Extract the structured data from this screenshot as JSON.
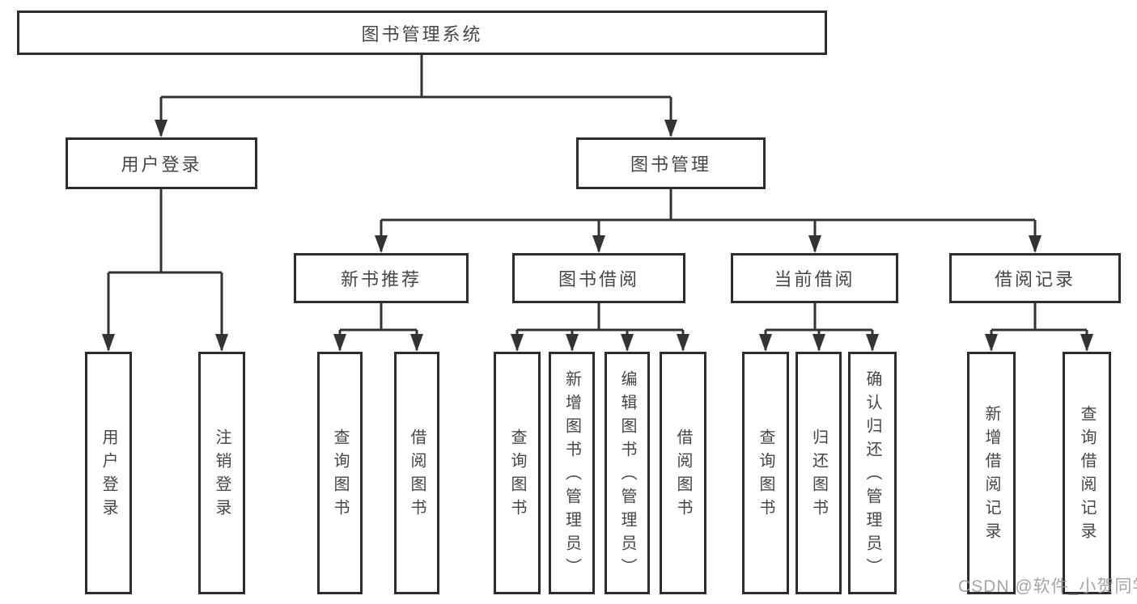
{
  "diagram": {
    "root": {
      "label": "图书管理系统"
    },
    "level2": [
      {
        "label": "用户登录"
      },
      {
        "label": "图书管理"
      }
    ],
    "level3": [
      {
        "label": "新书推荐"
      },
      {
        "label": "图书借阅"
      },
      {
        "label": "当前借阅"
      },
      {
        "label": "借阅记录"
      }
    ],
    "leaves": {
      "user_login": [
        {
          "label": "用户登录"
        },
        {
          "label": "注销登录"
        }
      ],
      "new_book": [
        {
          "label": "查询图书"
        },
        {
          "label": "借阅图书"
        }
      ],
      "book_borrow": [
        {
          "label": "查询图书"
        },
        {
          "label": "新增图书（管理员）"
        },
        {
          "label": "编辑图书（管理员）"
        },
        {
          "label": "借阅图书"
        }
      ],
      "current_borrow": [
        {
          "label": "查询图书"
        },
        {
          "label": "归还图书"
        },
        {
          "label": "确认归还（管理员）"
        }
      ],
      "borrow_record": [
        {
          "label": "新增借阅记录"
        },
        {
          "label": "查询借阅记录"
        }
      ]
    }
  },
  "watermark": {
    "text": "CSDN @软件_小贺同学"
  },
  "colors": {
    "line": "#333333",
    "box_border": "#2d2d2d",
    "text": "#464646",
    "watermark": "#949494",
    "background": "#ffffff"
  }
}
